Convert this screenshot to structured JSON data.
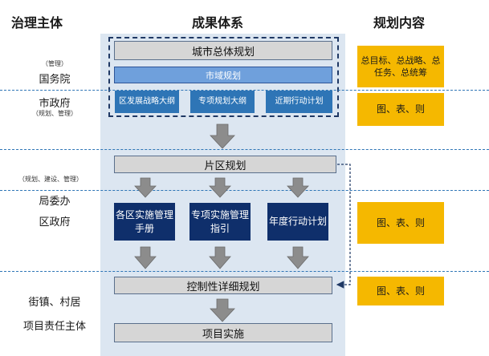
{
  "headers": {
    "governance": "治理主体",
    "results": "成果体系",
    "content": "规划内容"
  },
  "left": {
    "guowuyuan_note": "（管理）",
    "guowuyuan": "国务院",
    "shizhengfu": "市政府",
    "shizhengfu_note": "（规划、管理）",
    "juweiban_note": "（规划、建设、管理）",
    "juweiban": "局委办",
    "quzhengfu": "区政府",
    "jiezhen": "街镇、村居",
    "xiangmu_zhuti": "项目责任主体"
  },
  "center": {
    "city_master_plan": "城市总体规划",
    "city_area_plan": "市域规划",
    "district_strategy": "区发展战略大纲",
    "special_plan": "专项规划大纲",
    "near_term_plan": "近期行动计划",
    "zone_plan": "片区规划",
    "district_manual": "各区实施管理手册",
    "special_guide": "专项实施管理指引",
    "annual_plan": "年度行动计划",
    "detailed_control_plan": "控制性详细规划",
    "project_impl": "项目实施"
  },
  "right": {
    "box1": "总目标、总战略、总任务、总统筹",
    "box2": "图、表、则",
    "box3": "图、表、则",
    "box4": "图、表、则"
  }
}
